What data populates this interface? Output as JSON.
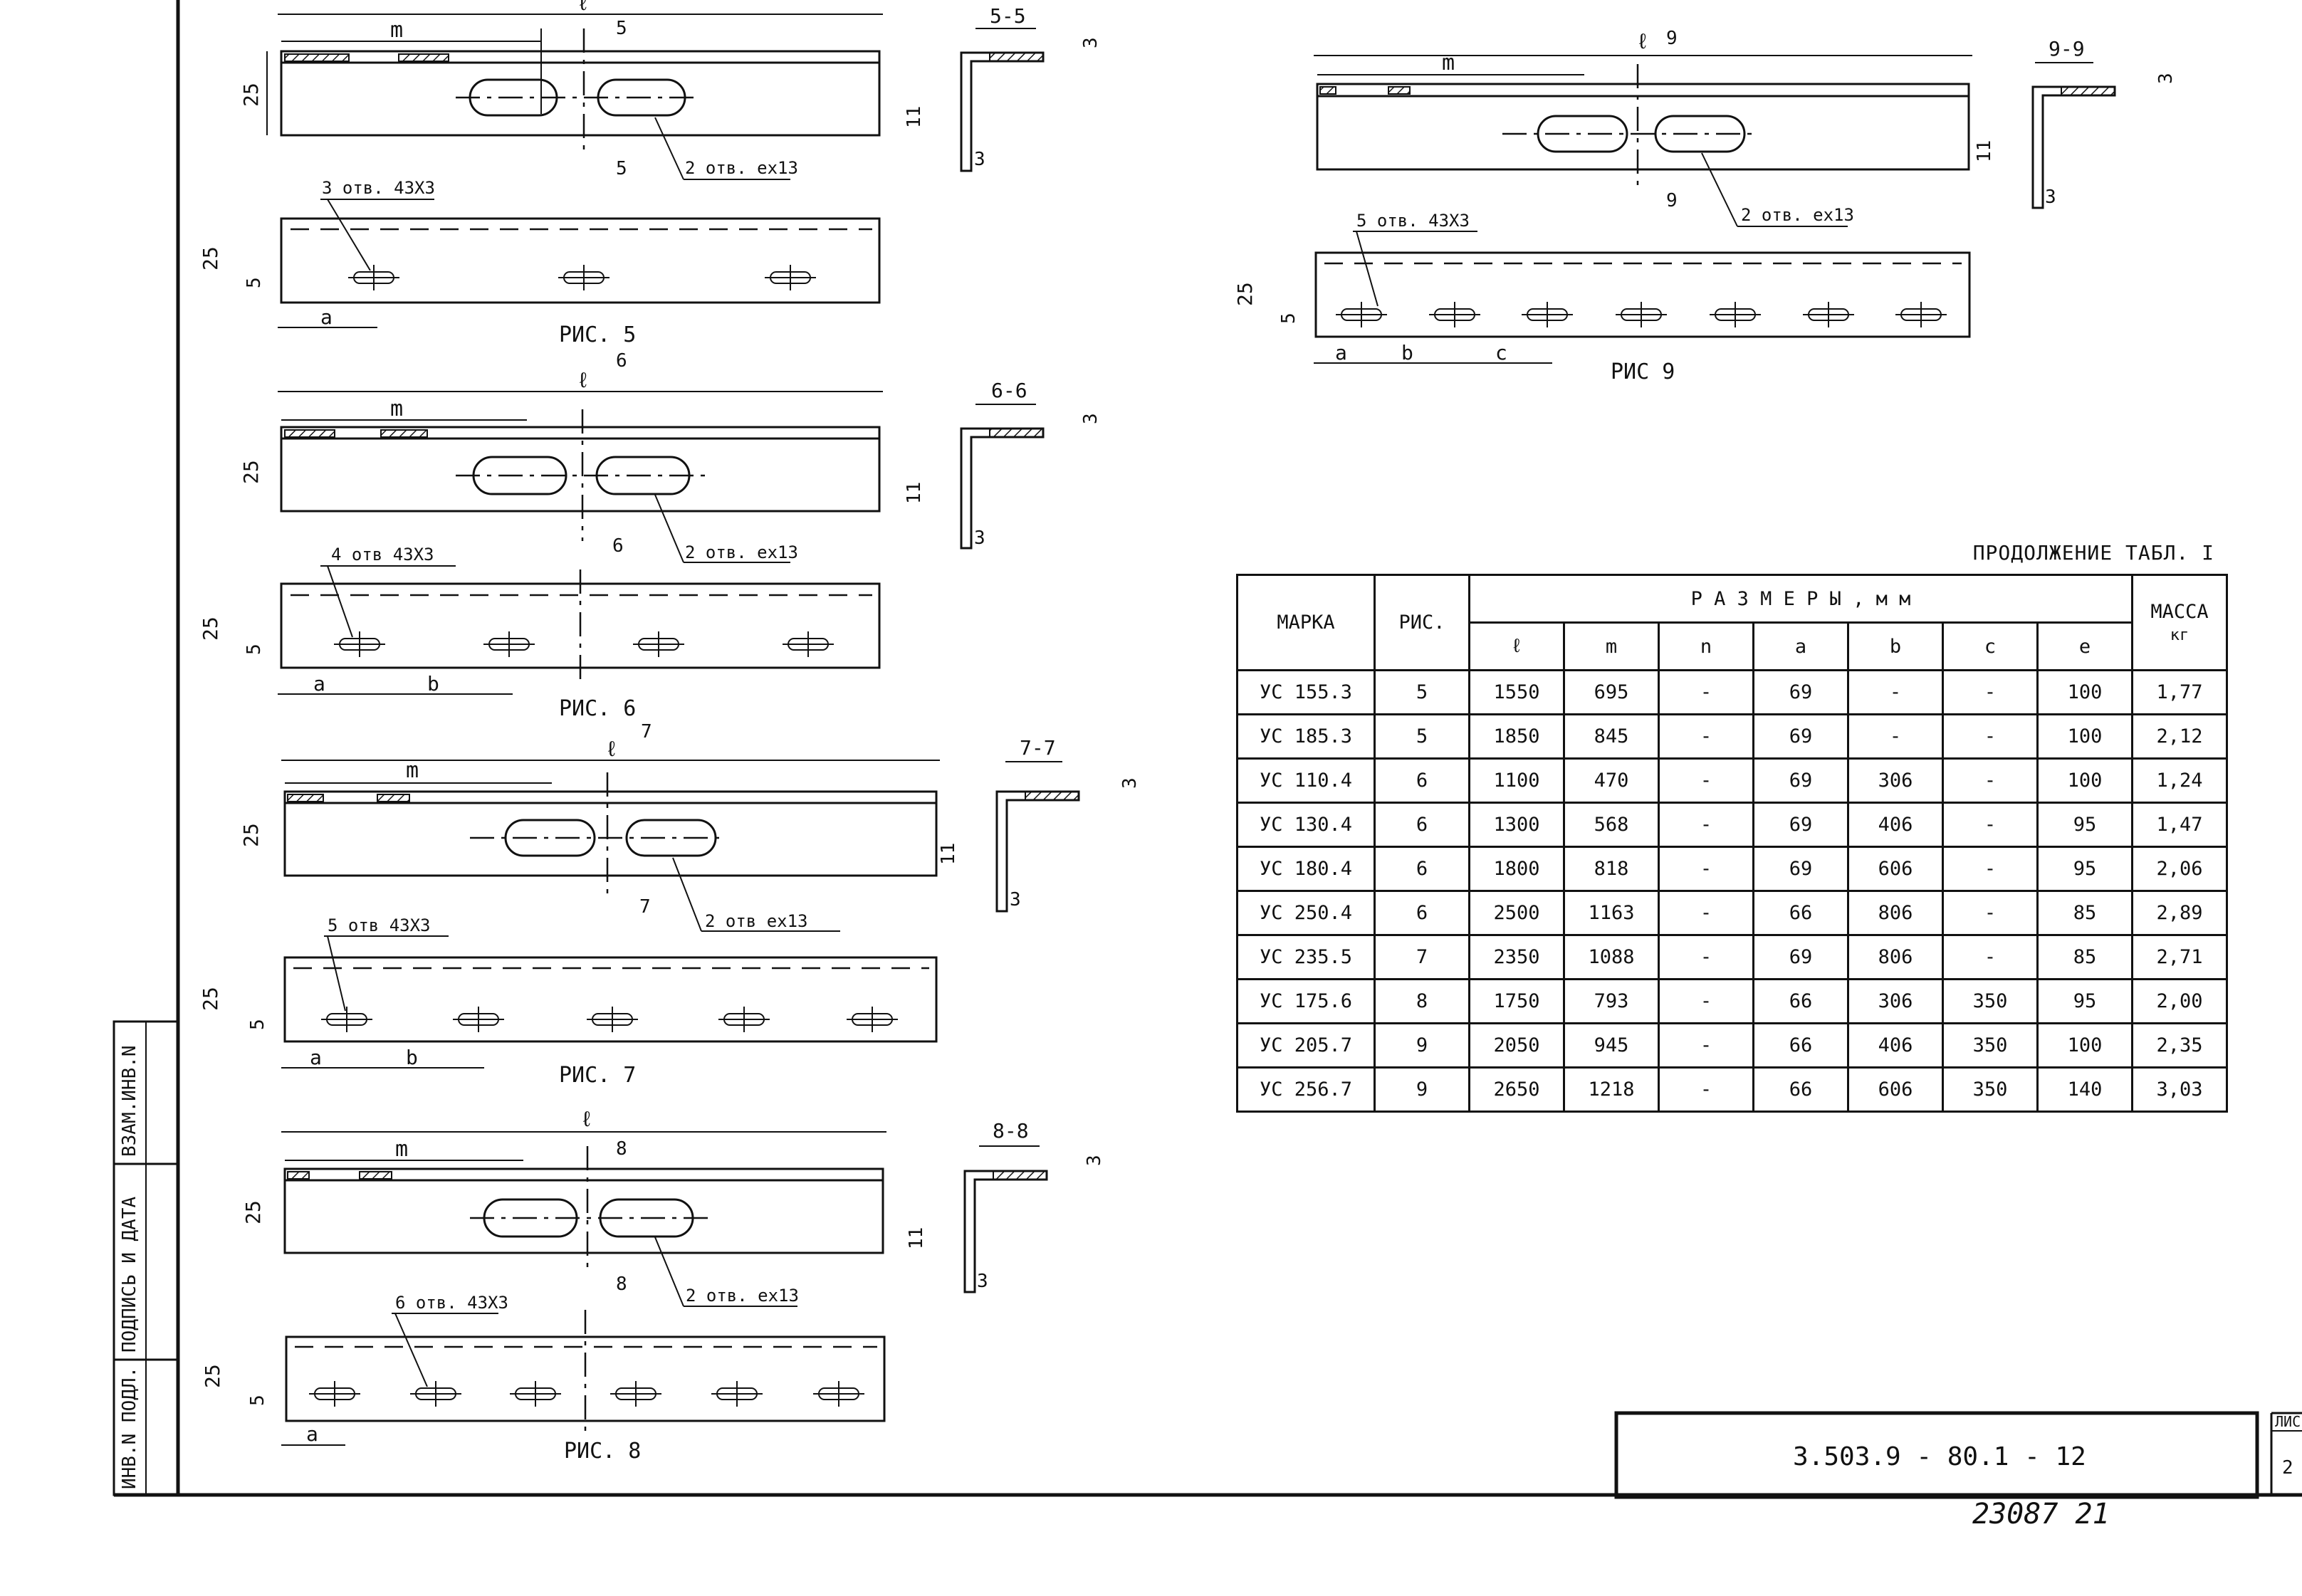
{
  "figures": [
    {
      "id": "fig5",
      "caption": "РИС. 5",
      "section_label": "5-5",
      "section_mark": "5",
      "holes_top_label": "2 отв. ex13",
      "holes_bottom_label": "3 отв. 43X3",
      "dim_a": "a",
      "dim_m": "m",
      "dim_l": "ℓ"
    },
    {
      "id": "fig6",
      "caption": "РИС. 6",
      "section_label": "6-6",
      "section_mark": "6",
      "holes_top_label": "2 отв. ex13",
      "holes_bottom_label": "4 отв 43X3",
      "dim_a": "a",
      "dim_b": "b",
      "dim_m": "m",
      "dim_l": "ℓ"
    },
    {
      "id": "fig7",
      "caption": "РИС. 7",
      "section_label": "7-7",
      "section_mark": "7",
      "holes_top_label": "2 отв ex13",
      "holes_bottom_label": "5 отв 43X3",
      "dim_a": "a",
      "dim_b": "b",
      "dim_m": "m",
      "dim_l": "ℓ"
    },
    {
      "id": "fig8",
      "caption": "РИС. 8",
      "section_label": "8-8",
      "section_mark": "8",
      "holes_top_label": "2 отв. ex13",
      "holes_bottom_label": "6 отв. 43X3",
      "dim_a": "a",
      "dim_m": "m",
      "dim_l": "ℓ"
    },
    {
      "id": "fig9",
      "caption": "РИС 9",
      "section_label": "9-9",
      "section_mark": "9",
      "holes_top_label": "2 отв. ex13",
      "holes_bottom_label": "5 отв. 43X3",
      "dim_a": "a",
      "dim_b": "b",
      "dim_c": "c",
      "dim_m": "m",
      "dim_l": "ℓ"
    }
  ],
  "dims": {
    "height": "25",
    "offset": "5",
    "leg": "11",
    "thickness": "3"
  },
  "table": {
    "caption": "ПРОДОЛЖЕНИЕ ТАБЛ. I",
    "headers": {
      "mark": "МАРКА",
      "fig": "РИС.",
      "sizes": "Р А З М Е Р Ы ,  м м",
      "mass": "МАССА",
      "mass_unit": "кг"
    },
    "size_cols": [
      "ℓ",
      "m",
      "n",
      "a",
      "b",
      "c",
      "e"
    ],
    "rows": [
      [
        "УС 155.3",
        "5",
        "1550",
        "695",
        "-",
        "69",
        "-",
        "-",
        "100",
        "1,77"
      ],
      [
        "УС 185.3",
        "5",
        "1850",
        "845",
        "-",
        "69",
        "-",
        "-",
        "100",
        "2,12"
      ],
      [
        "УС 110.4",
        "6",
        "1100",
        "470",
        "-",
        "69",
        "306",
        "-",
        "100",
        "1,24"
      ],
      [
        "УС 130.4",
        "6",
        "1300",
        "568",
        "-",
        "69",
        "406",
        "-",
        "95",
        "1,47"
      ],
      [
        "УС 180.4",
        "6",
        "1800",
        "818",
        "-",
        "69",
        "606",
        "-",
        "95",
        "2,06"
      ],
      [
        "УС 250.4",
        "6",
        "2500",
        "1163",
        "-",
        "66",
        "806",
        "-",
        "85",
        "2,89"
      ],
      [
        "УС 235.5",
        "7",
        "2350",
        "1088",
        "-",
        "69",
        "806",
        "-",
        "85",
        "2,71"
      ],
      [
        "УС 175.6",
        "8",
        "1750",
        "793",
        "-",
        "66",
        "306",
        "350",
        "95",
        "2,00"
      ],
      [
        "УС 205.7",
        "9",
        "2050",
        "945",
        "-",
        "66",
        "406",
        "350",
        "100",
        "2,35"
      ],
      [
        "УС 256.7",
        "9",
        "2650",
        "1218",
        "-",
        "66",
        "606",
        "350",
        "140",
        "3,03"
      ]
    ]
  },
  "side_block": {
    "inv_podl": "ИНВ.N ПОДЛ.",
    "podpis": "ПОДПИСЬ И ДАТА",
    "vzam": "ВЗАМ.ИНВ.N"
  },
  "stamp": {
    "doc_number": "3.503.9 - 80.1 - 12",
    "sheet_label": "ЛИС",
    "sheet_no": "2",
    "handwritten": "23087   21"
  }
}
